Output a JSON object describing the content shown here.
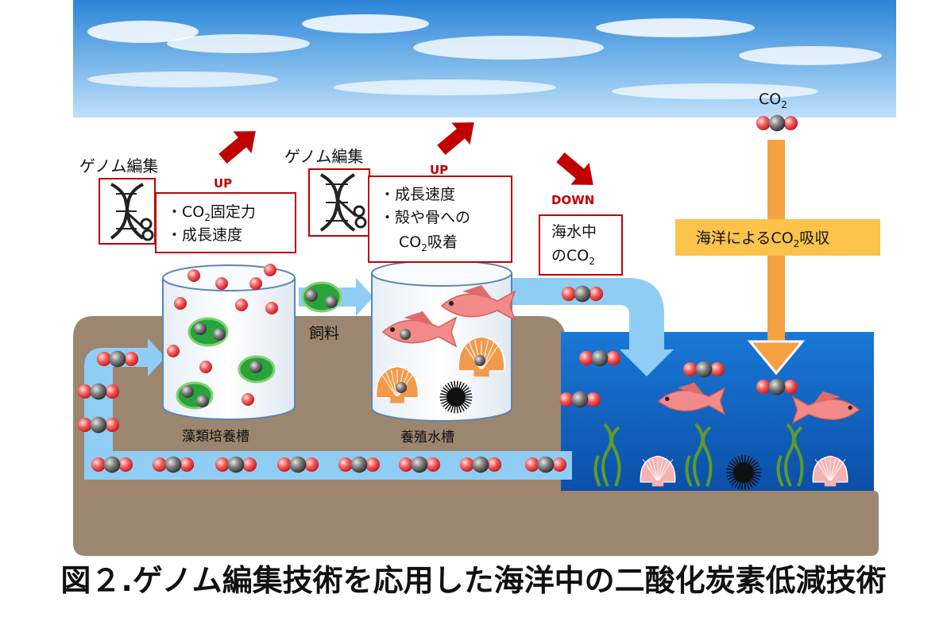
{
  "algae_stage": {
    "genome_label": "ゲノム編集",
    "up_label": "UP",
    "benefit_prefix": "・CO",
    "benefit_sub": "2",
    "benefit_suffix": "固定力",
    "benefit_2": "・成長速度",
    "tank_label": "藻類培養槽"
  },
  "feed_label": "飼料",
  "aquaculture_stage": {
    "genome_label": "ゲノム編集",
    "up_label": "UP",
    "benefit_1": "・成長速度",
    "benefit_2": "・殻や骨への",
    "benefit_3_main": "CO",
    "benefit_3_sub": "2",
    "benefit_3_suffix": "吸着",
    "tank_label": "養殖水槽"
  },
  "seawater": {
    "down_label": "DOWN",
    "line1": "海水中",
    "line2_prefix": "のCO",
    "line2_sub": "2"
  },
  "ocean_absorption": {
    "co2_main": "CO",
    "co2_sub": "2",
    "label_prefix": "海洋によるCO",
    "label_sub": "2",
    "label_suffix": "吸収"
  },
  "caption": "図２.ゲノム編集技術を応用した海洋中の二酸化炭素低減技術",
  "colors": {
    "ground": "#9c8670",
    "pipe": "#8fcdf5",
    "ocean": "#1f7fd9",
    "box_border": "#c00000",
    "up_arrow": "#c00000",
    "absorb_arrow": "#f5a142",
    "absorb_label_bg": "#fbc34a"
  }
}
